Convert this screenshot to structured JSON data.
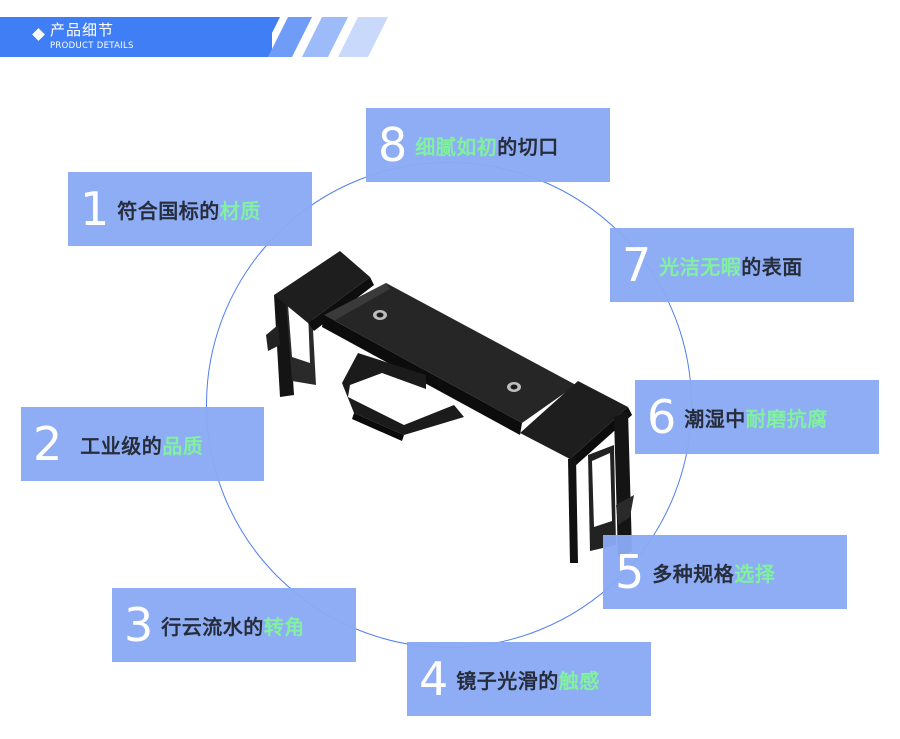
{
  "header": {
    "title": "产品细节",
    "subtitle": "PRODUCT DETAILS"
  },
  "colors": {
    "header_blue": "#3f7ef5",
    "box_fill": "#8aaaf5",
    "highlight_green": "#7cf09d",
    "circle_line": "#4f7ff0"
  },
  "features": [
    {
      "num": "1",
      "text": "符合国标的",
      "highlight": "材质",
      "after": ""
    },
    {
      "num": "2",
      "text": "工业级的",
      "highlight": "品质",
      "after": ""
    },
    {
      "num": "3",
      "text": "行云流水的",
      "highlight": "转角",
      "after": ""
    },
    {
      "num": "4",
      "text": "镜子光滑的",
      "highlight": "触感",
      "after": ""
    },
    {
      "num": "5",
      "text": "多种规格",
      "highlight": "选择",
      "after": ""
    },
    {
      "num": "6",
      "text": "潮湿中",
      "highlight": "耐磨抗腐",
      "after": ""
    },
    {
      "num": "7",
      "text": "",
      "highlight": "光洁无暇",
      "after": "的表面"
    },
    {
      "num": "8",
      "text": "",
      "highlight": "细腻如初",
      "after": "的切口"
    }
  ]
}
